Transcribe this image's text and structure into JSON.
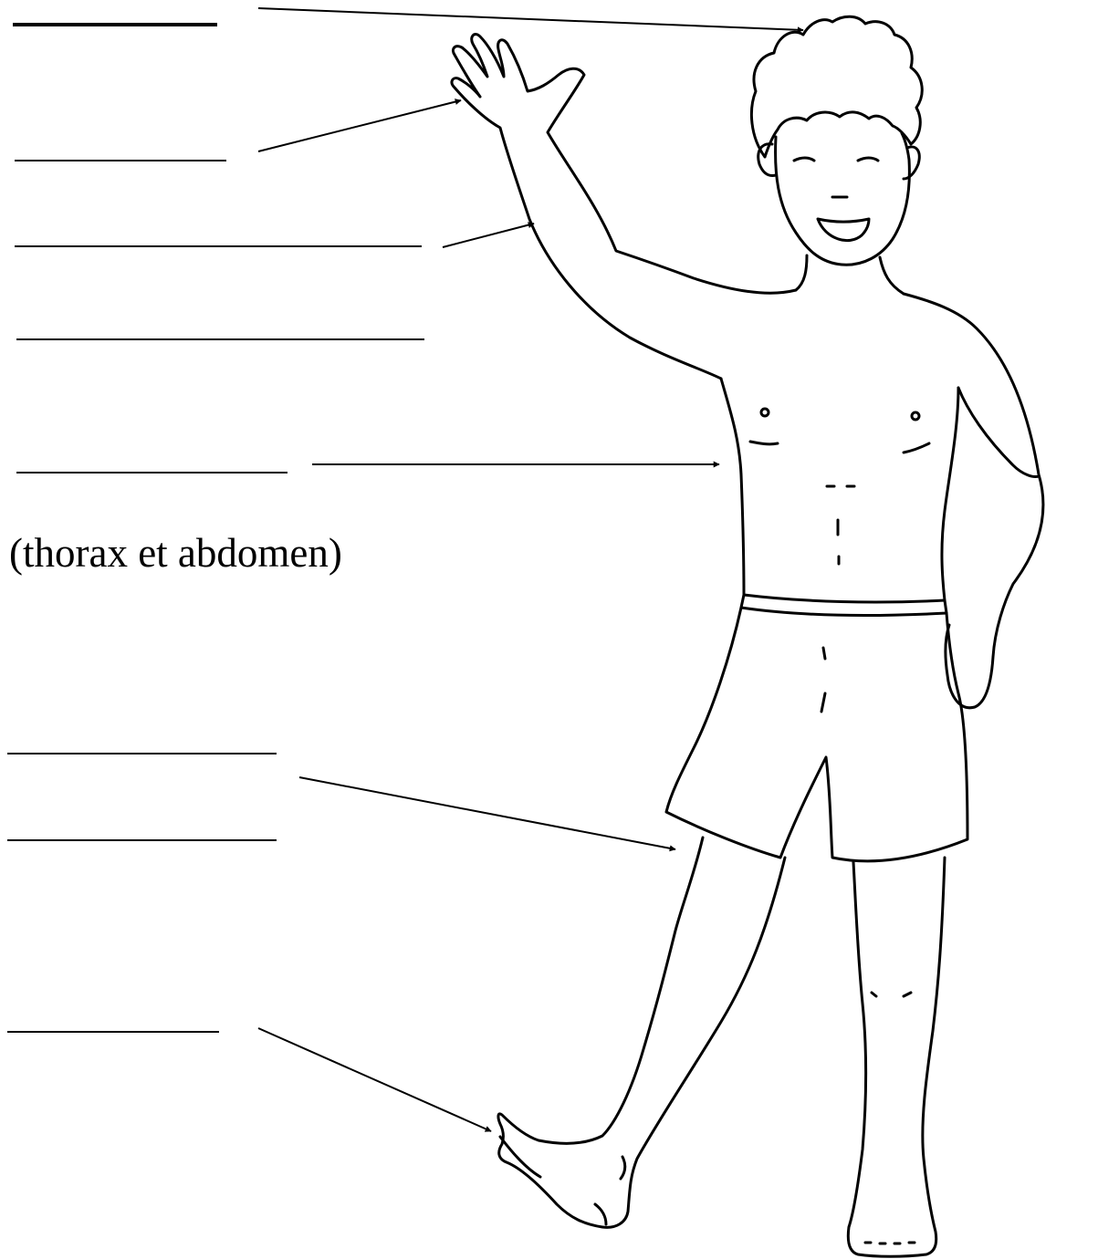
{
  "worksheet": {
    "note": "(thorax et abdomen)",
    "label_blanks": [
      {
        "id": "head"
      },
      {
        "id": "hand"
      },
      {
        "id": "arm"
      },
      {
        "id": "extra-blank"
      },
      {
        "id": "trunk"
      },
      {
        "id": "leg-1"
      },
      {
        "id": "leg-2"
      },
      {
        "id": "foot"
      }
    ]
  },
  "colors": {
    "ink": "#000000",
    "paper": "#ffffff"
  }
}
